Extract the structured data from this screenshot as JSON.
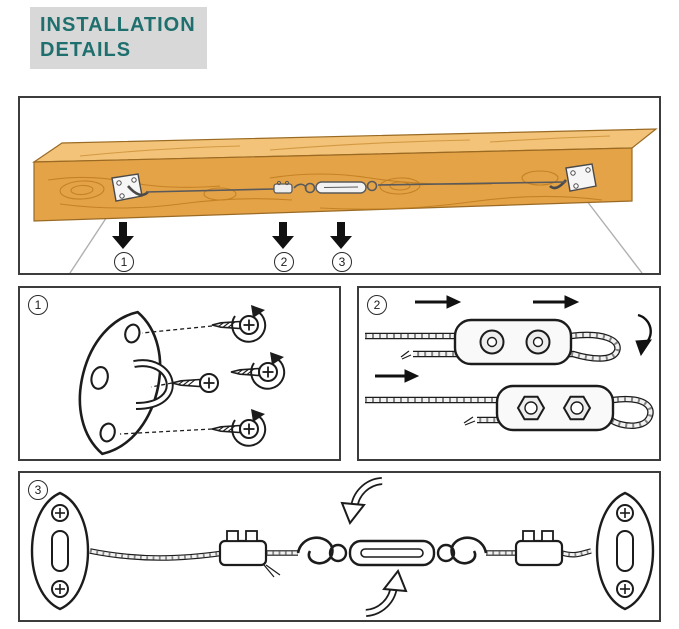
{
  "header": {
    "title_line1": "INSTALLATION",
    "title_line2": "DETAILS"
  },
  "overview_panel": {
    "callouts": [
      {
        "number": "1"
      },
      {
        "number": "2"
      },
      {
        "number": "3"
      }
    ]
  },
  "detail_panels": {
    "pad_eye_step": {
      "number": "1"
    },
    "clamp_step": {
      "number": "2"
    },
    "assembly_step": {
      "number": "3"
    }
  },
  "icons": {
    "down_arrow": "down-arrow",
    "rotate_arrow": "rotate-arrow",
    "right_arrow": "right-arrow"
  },
  "colors": {
    "title_text": "#1e6f6d",
    "title_bg": "#d8d8d8",
    "wood": "#e5a348",
    "wood_top": "#f2c378",
    "wood_grain": "#bf7d1e",
    "line": "#1c1c1c",
    "panel_border": "#3c3c3c"
  }
}
